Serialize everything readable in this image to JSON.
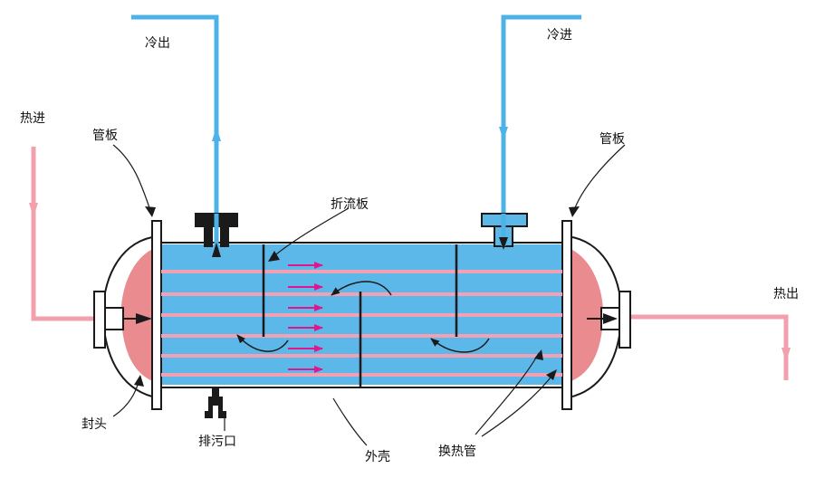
{
  "labels": {
    "cold_out": "冷出",
    "cold_in": "冷进",
    "hot_in": "热进",
    "hot_out": "热出",
    "tube_sheet_left": "管板",
    "tube_sheet_right": "管板",
    "baffle": "折流板",
    "head": "封头",
    "drain": "排污口",
    "shell": "外壳",
    "tubes": "换热管"
  },
  "colors": {
    "shell_fluid": "#5bb8e9",
    "cold_pipe": "#4db3e6",
    "hot_pipe": "#f2a0ad",
    "head_fill": "#e98b8f",
    "tube": "#f2a0b4",
    "flow_arrow": "#e1168c",
    "outline": "#1a1a1a"
  },
  "icons": [
    "arrow-down-icon",
    "arrow-up-icon",
    "arrow-right-icon",
    "flow-arrow-icon",
    "swirl-arrow-icon"
  ]
}
